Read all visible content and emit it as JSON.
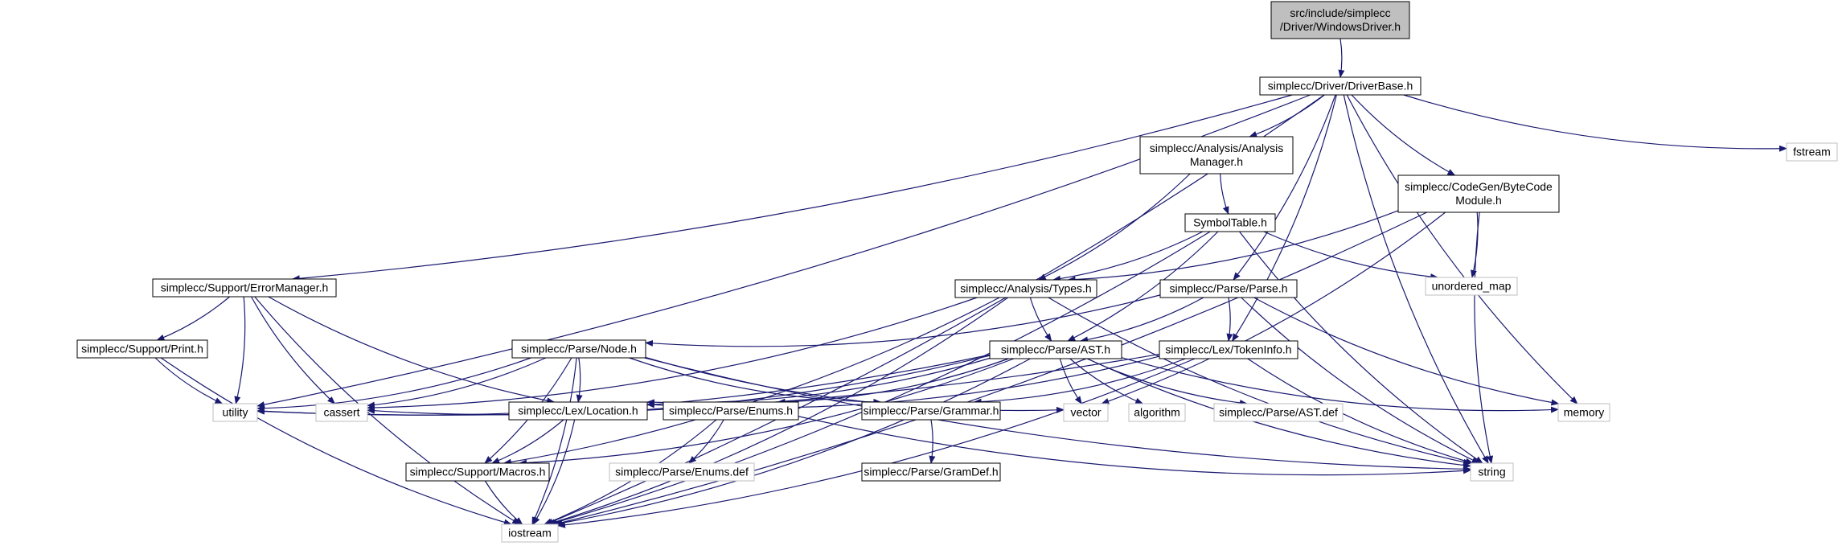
{
  "diagram": {
    "colors": {
      "edge": "#191970",
      "node_border": "#000000",
      "external_border": "#bfbfbf",
      "root_fill": "#bfbfbf",
      "text": "#000000",
      "background": "#ffffff"
    },
    "nodes": [
      {
        "id": "root",
        "kind": "root",
        "lines": [
          "src/include/simplecc",
          "/Driver/WindowsDriver.h"
        ]
      },
      {
        "id": "driverbase",
        "kind": "header",
        "lines": [
          "simplecc/Driver/DriverBase.h"
        ]
      },
      {
        "id": "fstream",
        "kind": "external",
        "lines": [
          "fstream"
        ]
      },
      {
        "id": "analysismgr",
        "kind": "header",
        "lines": [
          "simplecc/Analysis/Analysis",
          "Manager.h"
        ]
      },
      {
        "id": "bytecode",
        "kind": "header",
        "lines": [
          "simplecc/CodeGen/ByteCode",
          "Module.h"
        ]
      },
      {
        "id": "symboltable",
        "kind": "header",
        "lines": [
          "SymbolTable.h"
        ]
      },
      {
        "id": "unordered_map",
        "kind": "external",
        "lines": [
          "unordered_map"
        ]
      },
      {
        "id": "errormgr",
        "kind": "header",
        "lines": [
          "simplecc/Support/ErrorManager.h"
        ]
      },
      {
        "id": "types",
        "kind": "header",
        "lines": [
          "simplecc/Analysis/Types.h"
        ]
      },
      {
        "id": "parse",
        "kind": "header",
        "lines": [
          "simplecc/Parse/Parse.h"
        ]
      },
      {
        "id": "print",
        "kind": "header",
        "lines": [
          "simplecc/Support/Print.h"
        ]
      },
      {
        "id": "node",
        "kind": "header",
        "lines": [
          "simplecc/Parse/Node.h"
        ]
      },
      {
        "id": "ast",
        "kind": "header",
        "lines": [
          "simplecc/Parse/AST.h"
        ]
      },
      {
        "id": "tokeninfo",
        "kind": "header",
        "lines": [
          "simplecc/Lex/TokenInfo.h"
        ]
      },
      {
        "id": "utility",
        "kind": "external",
        "lines": [
          "utility"
        ]
      },
      {
        "id": "cassert",
        "kind": "external",
        "lines": [
          "cassert"
        ]
      },
      {
        "id": "location",
        "kind": "header",
        "lines": [
          "simplecc/Lex/Location.h"
        ]
      },
      {
        "id": "enums",
        "kind": "header",
        "lines": [
          "simplecc/Parse/Enums.h"
        ]
      },
      {
        "id": "grammar",
        "kind": "header",
        "lines": [
          "simplecc/Parse/Grammar.h"
        ]
      },
      {
        "id": "vector",
        "kind": "external",
        "lines": [
          "vector"
        ]
      },
      {
        "id": "algorithm",
        "kind": "external",
        "lines": [
          "algorithm"
        ]
      },
      {
        "id": "astdef",
        "kind": "external",
        "lines": [
          "simplecc/Parse/AST.def"
        ]
      },
      {
        "id": "memory",
        "kind": "external",
        "lines": [
          "memory"
        ]
      },
      {
        "id": "macros",
        "kind": "header",
        "lines": [
          "simplecc/Support/Macros.h"
        ]
      },
      {
        "id": "enumsdef",
        "kind": "external",
        "lines": [
          "simplecc/Parse/Enums.def"
        ]
      },
      {
        "id": "gramdef",
        "kind": "header",
        "lines": [
          "simplecc/Parse/GramDef.h"
        ]
      },
      {
        "id": "string",
        "kind": "external",
        "lines": [
          "string"
        ]
      },
      {
        "id": "iostream",
        "kind": "external",
        "lines": [
          "iostream"
        ]
      }
    ],
    "edges": [
      [
        "root",
        "driverbase"
      ],
      [
        "driverbase",
        "fstream"
      ],
      [
        "driverbase",
        "analysismgr"
      ],
      [
        "driverbase",
        "bytecode"
      ],
      [
        "driverbase",
        "errormgr"
      ],
      [
        "driverbase",
        "parse"
      ],
      [
        "driverbase",
        "tokeninfo"
      ],
      [
        "driverbase",
        "utility"
      ],
      [
        "driverbase",
        "memory"
      ],
      [
        "driverbase",
        "string"
      ],
      [
        "driverbase",
        "iostream"
      ],
      [
        "analysismgr",
        "symboltable"
      ],
      [
        "analysismgr",
        "types"
      ],
      [
        "symboltable",
        "types"
      ],
      [
        "symboltable",
        "ast"
      ],
      [
        "symboltable",
        "unordered_map"
      ],
      [
        "symboltable",
        "string"
      ],
      [
        "symboltable",
        "iostream"
      ],
      [
        "bytecode",
        "types"
      ],
      [
        "bytecode",
        "unordered_map"
      ],
      [
        "bytecode",
        "vector"
      ],
      [
        "bytecode",
        "string"
      ],
      [
        "bytecode",
        "iostream"
      ],
      [
        "errormgr",
        "print"
      ],
      [
        "errormgr",
        "utility"
      ],
      [
        "errormgr",
        "cassert"
      ],
      [
        "errormgr",
        "location"
      ],
      [
        "errormgr",
        "iostream"
      ],
      [
        "types",
        "ast"
      ],
      [
        "types",
        "cassert"
      ],
      [
        "types",
        "macros"
      ],
      [
        "types",
        "string"
      ],
      [
        "types",
        "iostream"
      ],
      [
        "parse",
        "node"
      ],
      [
        "parse",
        "ast"
      ],
      [
        "parse",
        "tokeninfo"
      ],
      [
        "parse",
        "memory"
      ],
      [
        "parse",
        "string"
      ],
      [
        "print",
        "utility"
      ],
      [
        "print",
        "iostream"
      ],
      [
        "node",
        "location"
      ],
      [
        "node",
        "grammar"
      ],
      [
        "node",
        "macros"
      ],
      [
        "node",
        "utility"
      ],
      [
        "node",
        "cassert"
      ],
      [
        "node",
        "vector"
      ],
      [
        "node",
        "string"
      ],
      [
        "node",
        "iostream"
      ],
      [
        "ast",
        "location"
      ],
      [
        "ast",
        "enums"
      ],
      [
        "ast",
        "macros"
      ],
      [
        "ast",
        "vector"
      ],
      [
        "ast",
        "algorithm"
      ],
      [
        "ast",
        "astdef"
      ],
      [
        "ast",
        "memory"
      ],
      [
        "ast",
        "utility"
      ],
      [
        "ast",
        "cassert"
      ],
      [
        "ast",
        "string"
      ],
      [
        "ast",
        "iostream"
      ],
      [
        "tokeninfo",
        "location"
      ],
      [
        "tokeninfo",
        "grammar"
      ],
      [
        "tokeninfo",
        "utility"
      ],
      [
        "tokeninfo",
        "string"
      ],
      [
        "tokeninfo",
        "iostream"
      ],
      [
        "location",
        "macros"
      ],
      [
        "location",
        "iostream"
      ],
      [
        "enums",
        "enumsdef"
      ],
      [
        "enums",
        "string"
      ],
      [
        "enums",
        "iostream"
      ],
      [
        "grammar",
        "gramdef"
      ],
      [
        "macros",
        "iostream"
      ]
    ]
  }
}
